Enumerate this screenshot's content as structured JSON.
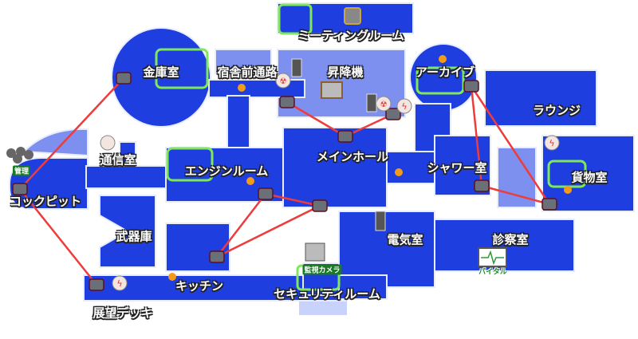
{
  "map": {
    "colors": {
      "room": "#1f3ee0",
      "shade": "#7d90f0",
      "vent_line": "#ee3b3b",
      "task": "#f29a1a",
      "ladder_border": "#7ee85a"
    },
    "rooms": {
      "vault": "金庫室",
      "dorm_corridor": "宿舎前通路",
      "meeting_room": "ミーティングルーム",
      "elevator": "昇降機",
      "archives": "アーカイブ",
      "lounge": "ラウンジ",
      "communications": "通信室",
      "cockpit": "コックピット",
      "engine_room": "エンジンルーム",
      "main_hall": "メインホール",
      "showers": "シャワー室",
      "cargo_bay": "貨物室",
      "armory": "武器庫",
      "electrical": "電気室",
      "medical": "診察室",
      "kitchen": "キッチン",
      "security": "セキュリティルーム",
      "viewing_deck": "展望デッキ"
    },
    "devices": {
      "admin": "管理",
      "cameras": "監視カメラ",
      "vitals": "バイタル"
    }
  }
}
